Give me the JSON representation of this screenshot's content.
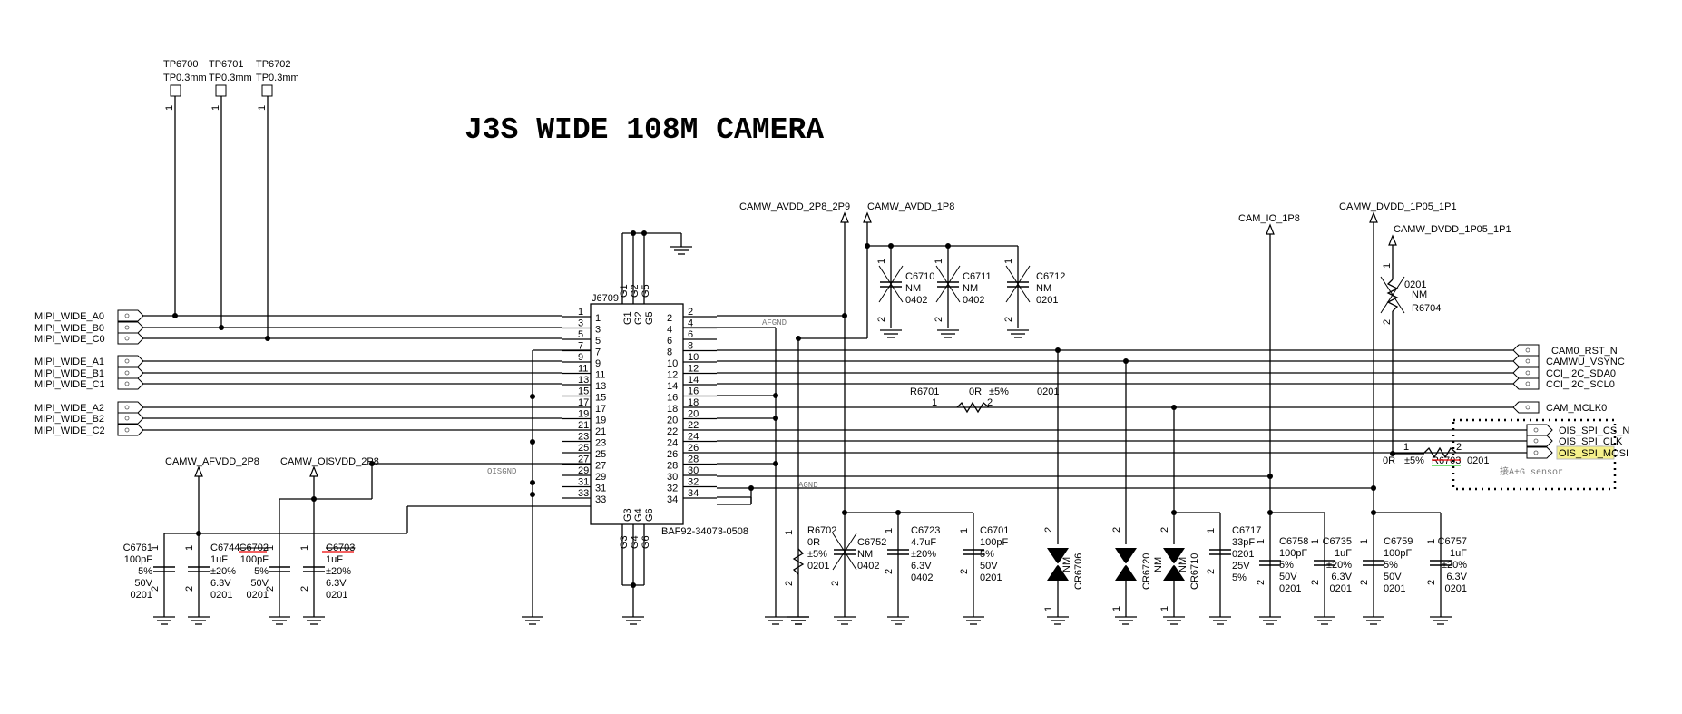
{
  "title": "J3S WIDE 108M  CAMERA",
  "test_points": [
    {
      "ref": "TP6700",
      "value": "TP0.3mm",
      "pin": "1"
    },
    {
      "ref": "TP6701",
      "value": "TP0.3mm",
      "pin": "1"
    },
    {
      "ref": "TP6702",
      "value": "TP0.3mm",
      "pin": "1"
    }
  ],
  "left_ports": [
    "MIPI_WIDE_A0",
    "MIPI_WIDE_B0",
    "MIPI_WIDE_C0",
    "MIPI_WIDE_A1",
    "MIPI_WIDE_B1",
    "MIPI_WIDE_C1",
    "MIPI_WIDE_A2",
    "MIPI_WIDE_B2",
    "MIPI_WIDE_C2"
  ],
  "connector": {
    "ref": "J6709",
    "part": "BAF92-34073-0508",
    "odd_pins": [
      "1",
      "3",
      "5",
      "7",
      "9",
      "11",
      "13",
      "15",
      "17",
      "19",
      "21",
      "23",
      "25",
      "27",
      "29",
      "31",
      "33"
    ],
    "even_pins": [
      "2",
      "4",
      "6",
      "8",
      "10",
      "12",
      "14",
      "16",
      "18",
      "20",
      "22",
      "24",
      "26",
      "28",
      "30",
      "32",
      "34"
    ],
    "top_ground_pins": [
      "G1",
      "G2",
      "G5"
    ],
    "bottom_ground_pins": [
      "G3",
      "G4",
      "G6"
    ]
  },
  "power_rails": {
    "avdd_2p8_2p9": "CAMW_AVDD_2P8_2P9",
    "avdd_1p8": "CAMW_AVDD_1P8",
    "io_1p8": "CAM_IO_1P8",
    "dvdd_a": "CAMW_DVDD_1P05_1P1",
    "dvdd_b": "CAMW_DVDD_1P05_1P1",
    "afvdd": "CAMW_AFVDD_2P8",
    "oisvdd": "CAMW_OISVDD_2P8"
  },
  "net_labels": {
    "afgnd": "AFGND",
    "agnd": "AGND",
    "oisgnd": "OISGND"
  },
  "right_ports": [
    "CAM0_RST_N",
    "CAMWU_VSYNC",
    "CCI_I2C_SDA0",
    "CCI_I2C_SCL0",
    "CAM_MCLK0"
  ],
  "ois_ports": [
    "OIS_SPI_CS_N",
    "OIS_SPI_CLK",
    "OIS_SPI_MOSI"
  ],
  "ois_note": "接A+G sensor",
  "resistors": {
    "R6701": {
      "ref": "R6701",
      "value": "0R",
      "tol": "±5%",
      "pkg": "0201",
      "p1": "1",
      "p2": "2"
    },
    "R6702": {
      "ref": "R6702",
      "value": "0R",
      "tol": "±5%",
      "pkg": "0201",
      "p1": "1",
      "p2": "2"
    },
    "R6703": {
      "ref": "R6703",
      "value": "0R",
      "tol": "±5%",
      "pkg": "0201",
      "p1": "1",
      "p2": "2"
    },
    "R6704": {
      "ref": "R6704",
      "value": "NM",
      "pkg": "0201",
      "p1": "1",
      "p2": "2"
    }
  },
  "capacitors": [
    {
      "ref": "C6710",
      "lines": [
        "C6710",
        "NM",
        "0402"
      ]
    },
    {
      "ref": "C6711",
      "lines": [
        "C6711",
        "NM",
        "0402"
      ]
    },
    {
      "ref": "C6712",
      "lines": [
        "C6712",
        "NM",
        "0201"
      ]
    },
    {
      "ref": "C6761",
      "lines": [
        "C6761",
        "100pF",
        "5%",
        "50V",
        "0201"
      ]
    },
    {
      "ref": "C6744",
      "lines": [
        "C6744",
        "1uF",
        "±20%",
        "6.3V",
        "0201"
      ]
    },
    {
      "ref": "C6702",
      "lines": [
        "C6702",
        "100pF",
        "5%",
        "50V",
        "0201"
      ]
    },
    {
      "ref": "C6703",
      "lines": [
        "C6703",
        "1uF",
        "±20%",
        "6.3V",
        "0201"
      ]
    },
    {
      "ref": "C6752",
      "lines": [
        "C6752",
        "NM",
        "0402"
      ]
    },
    {
      "ref": "C6723",
      "lines": [
        "C6723",
        "4.7uF",
        "±20%",
        "6.3V",
        "0402"
      ]
    },
    {
      "ref": "C6701",
      "lines": [
        "C6701",
        "100pF",
        "5%",
        "50V",
        "0201"
      ]
    },
    {
      "ref": "C6717",
      "lines": [
        "C6717",
        "33pF",
        "0201",
        "25V",
        "5%"
      ]
    },
    {
      "ref": "C6758",
      "lines": [
        "C6758",
        "100pF",
        "5%",
        "50V",
        "0201"
      ]
    },
    {
      "ref": "C6735",
      "lines": [
        "C6735",
        "1uF",
        "±20%",
        "6.3V",
        "0201"
      ]
    },
    {
      "ref": "C6759",
      "lines": [
        "C6759",
        "100pF",
        "5%",
        "50V",
        "0201"
      ]
    },
    {
      "ref": "C6757",
      "lines": [
        "C6757",
        "1uF",
        "±20%",
        "6.3V",
        "0201"
      ]
    }
  ],
  "tvs_diodes": [
    {
      "ref": "CR6706",
      "value": "NM"
    },
    {
      "ref": "CR6720",
      "value": "NM"
    },
    {
      "ref": "CR6710",
      "value": "NM"
    }
  ],
  "pin_numbers": {
    "one": "1",
    "two": "2"
  }
}
